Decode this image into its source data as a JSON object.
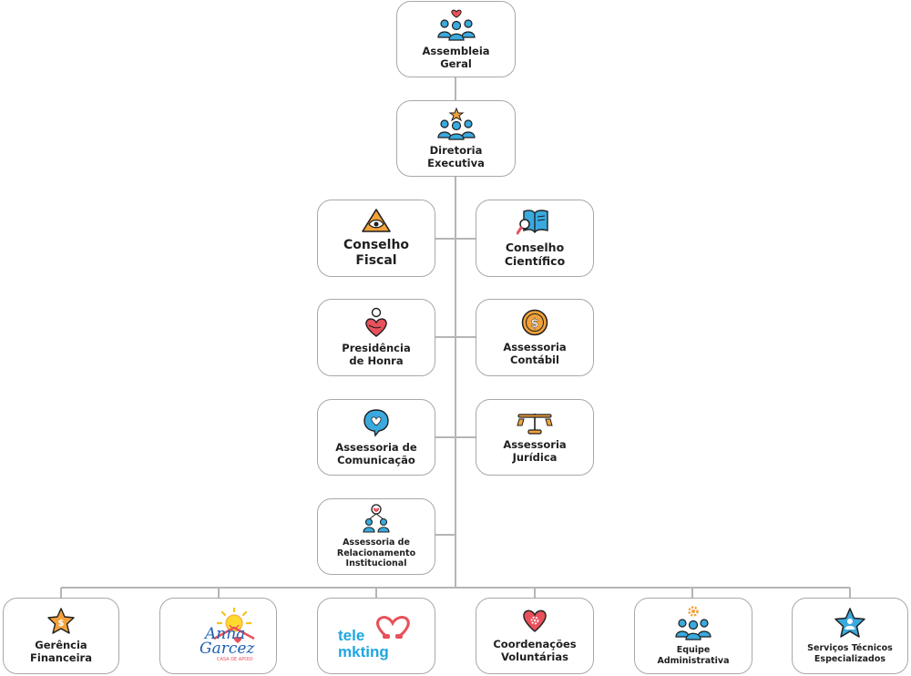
{
  "nodes": {
    "assembleia": {
      "label": "Assembleia\nGeral",
      "icon": "people-heart-icon"
    },
    "diretoria": {
      "label": "Diretoria\nExecutiva",
      "icon": "people-star-icon"
    },
    "conselho_fiscal": {
      "label": "Conselho\nFiscal",
      "icon": "eye-triangle-icon"
    },
    "conselho_cientifico": {
      "label": "Conselho\nCientífico",
      "icon": "book-magnifier-icon"
    },
    "presidencia": {
      "label": "Presidência\nde Honra",
      "icon": "person-heart-icon"
    },
    "contabil": {
      "label": "Assessoria\nContábil",
      "icon": "coin-dollar-icon"
    },
    "comunicacao": {
      "label": "Assessoria de\nComunicação",
      "icon": "chat-heart-icon"
    },
    "juridica": {
      "label": "Assessoria\nJurídica",
      "icon": "scales-icon"
    },
    "relacionamento": {
      "label": "Assessoria de\nRelacionamento\nInstitucional",
      "icon": "network-people-icon"
    },
    "gerencia": {
      "label": "Gerência\nFinanceira",
      "icon": "star-dollar-icon"
    },
    "anna_garcez": {
      "logo_line1": "Anna",
      "logo_line2": "Garcez",
      "logo_sub": "CASA DE APOIO",
      "icon": "sun-house-logo-icon"
    },
    "telemkting": {
      "logo_line1": "tele",
      "logo_line2": "mkting",
      "icon": "phone-heart-logo-icon"
    },
    "coordenacoes": {
      "label": "Coordenações\nVoluntárias",
      "icon": "heart-gear-icon"
    },
    "equipe": {
      "label": "Equipe\nAdministrativa",
      "icon": "people-gear-icon"
    },
    "servicos": {
      "label": "Serviços Técnicos\nEspecializados",
      "icon": "star-person-icon"
    }
  },
  "colors": {
    "line": "#b5b5b5",
    "border": "#a8a8a8",
    "blue": "#3aa9de",
    "orange": "#f3a23a",
    "red": "#e8515b",
    "dark": "#1f1f1f"
  }
}
